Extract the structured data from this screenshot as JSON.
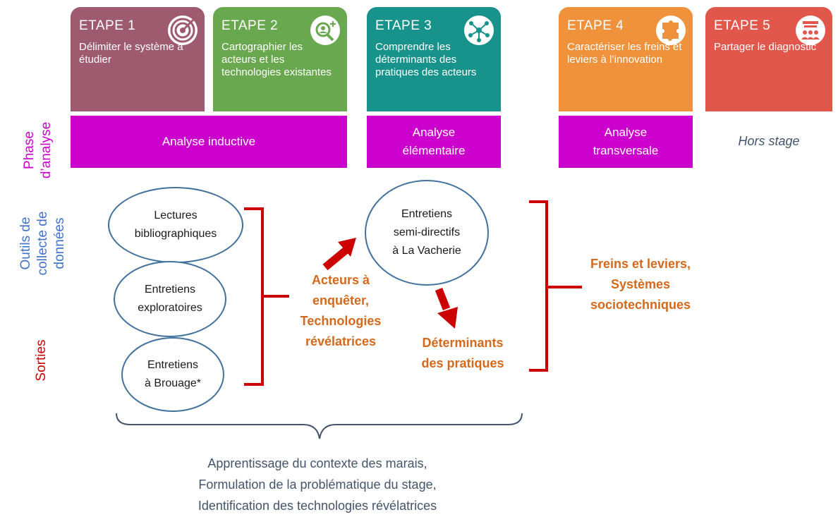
{
  "steps": [
    {
      "title": "ETAPE 1",
      "desc": "Délimiter le système à étudier",
      "color": "#9e5b6f",
      "icon": "target-icon"
    },
    {
      "title": "ETAPE 2",
      "desc": "Cartographier les acteurs et les technologies existantes",
      "color": "#6aa84f",
      "icon": "people-magnifier-icon"
    },
    {
      "title": "ETAPE 3",
      "desc": "Comprendre les déterminants des pratiques des acteurs",
      "color": "#17938b",
      "icon": "network-icon"
    },
    {
      "title": "ETAPE 4",
      "desc": "Caractériser les freins et leviers à l’innovation",
      "color": "#f0923c",
      "icon": "puzzle-icon"
    },
    {
      "title": "ETAPE 5",
      "desc": "Partager le diagnostic",
      "color": "#e2574c",
      "icon": "audience-icon"
    }
  ],
  "phase_label": "Phase\nd’analyse",
  "phases": {
    "inductive": "Analyse inductive",
    "elementaire": "Analyse\nélémentaire",
    "transversale": "Analyse\ntransversale",
    "hors_stage": "Hors stage"
  },
  "tools_label": "Outils de\ncollecte de\ndonnées",
  "sorties_label": "Sorties",
  "tools": {
    "lectures": "Lectures\nbibliographiques",
    "exploratoires": "Entretiens\nexploratoires",
    "brouage": "Entretiens\nà Brouage*",
    "vacherie": "Entretiens\nsemi-directifs\nà La Vacherie"
  },
  "outputs": {
    "acteurs": "Acteurs à\nenquêter,\nTechnologies\nrévélatrices",
    "determinants": "Déterminants\ndes pratiques",
    "freins": "Freins et leviers,\nSystèmes\nsociotechniques"
  },
  "bottom": {
    "line1": "Apprentissage du contexte des marais,",
    "line2": "Formulation de la problématique du stage,",
    "line3": "Identification des technologies révélatrices"
  },
  "colors": {
    "phase": "#cc00cc",
    "ellipse_border": "#41719c",
    "output_text": "#d4691c",
    "bracket": "#cc0000",
    "arrow": "#cc0000",
    "tools_label": "#4472c4",
    "sorties_label": "#cc0000"
  }
}
